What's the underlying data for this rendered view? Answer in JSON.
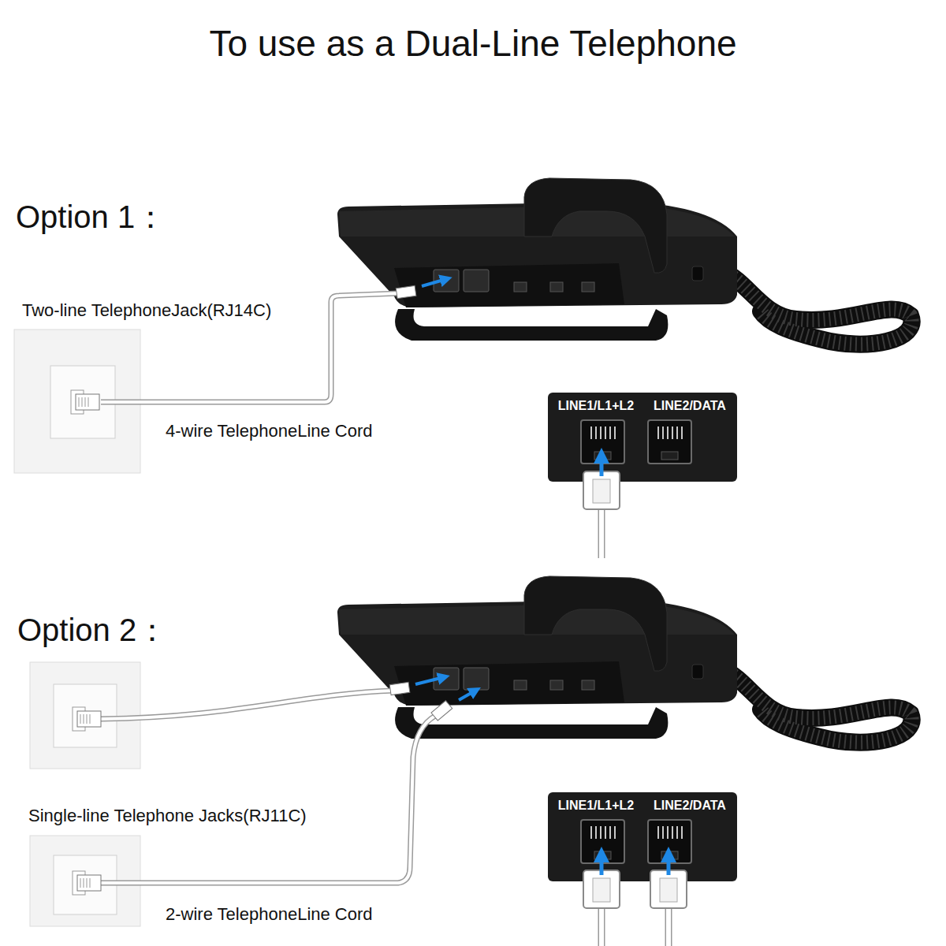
{
  "diagram": {
    "title": "To use as a Dual-Line Telephone",
    "nodes": [
      {
        "text": [
          "LINE1/L1+L2",
          "LINE2/DATA"
        ]
      },
      {
        "text": [
          "LINE1/L1+L2",
          "LINE2/DATA"
        ]
      }
    ],
    "labels": [
      "Option 1：",
      "Two-line TelephoneJack(RJ14C)",
      "4-wire TelephoneLine Cord",
      "Option 2：",
      "Single-line Telephone Jacks(RJ11C)",
      "2-wire TelephoneLine Cord"
    ]
  }
}
